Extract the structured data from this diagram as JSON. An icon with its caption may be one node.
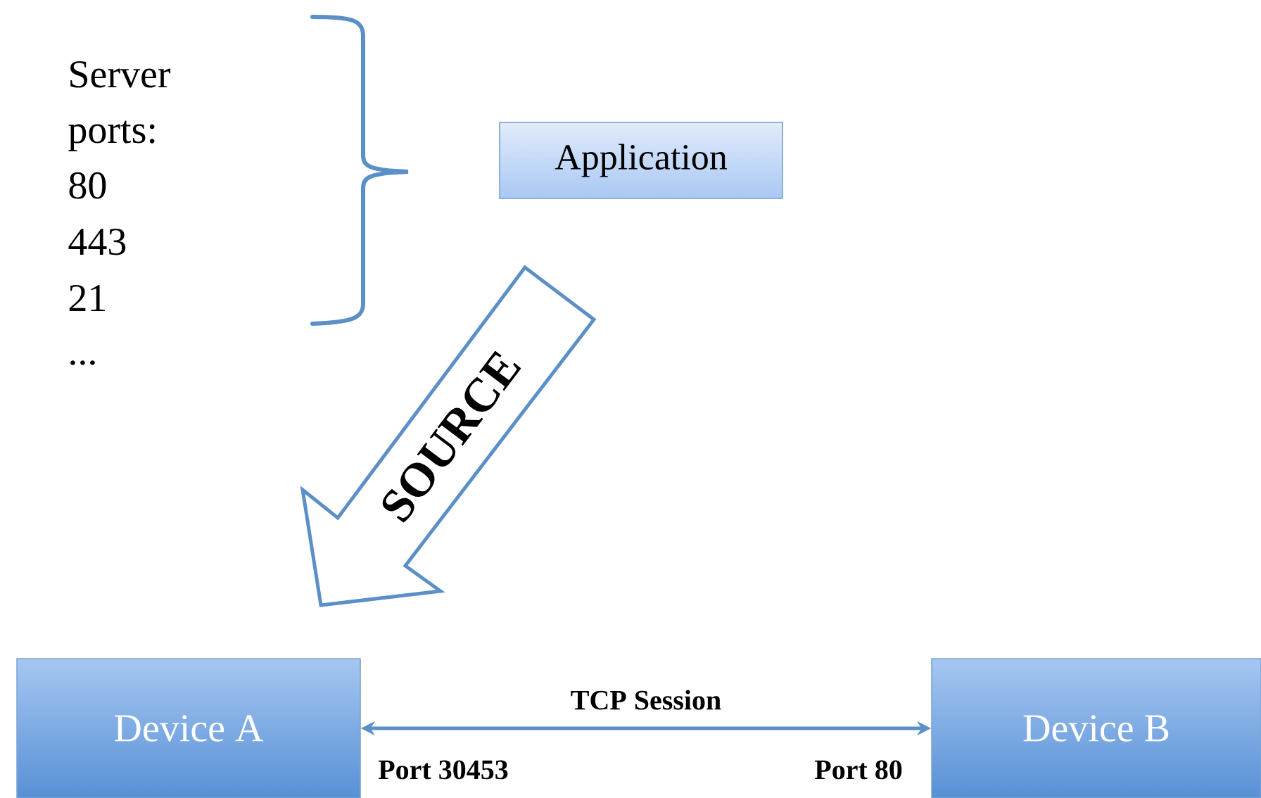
{
  "diagram": {
    "nodes": [
      {
        "text": [
          "Application"
        ]
      },
      {
        "text": [
          "SOURCE"
        ]
      },
      {
        "text": [
          "Device A"
        ],
        "beside": [
          "Port 30453"
        ]
      },
      {
        "text": [
          "Device B"
        ],
        "beside": [
          "Port 80"
        ]
      }
    ],
    "edges": [
      {
        "from": 2,
        "to": 3,
        "arrow": "both",
        "label": "TCP Session"
      }
    ],
    "labels": [
      "Server ports:",
      "80",
      "443",
      "21",
      "..."
    ]
  }
}
